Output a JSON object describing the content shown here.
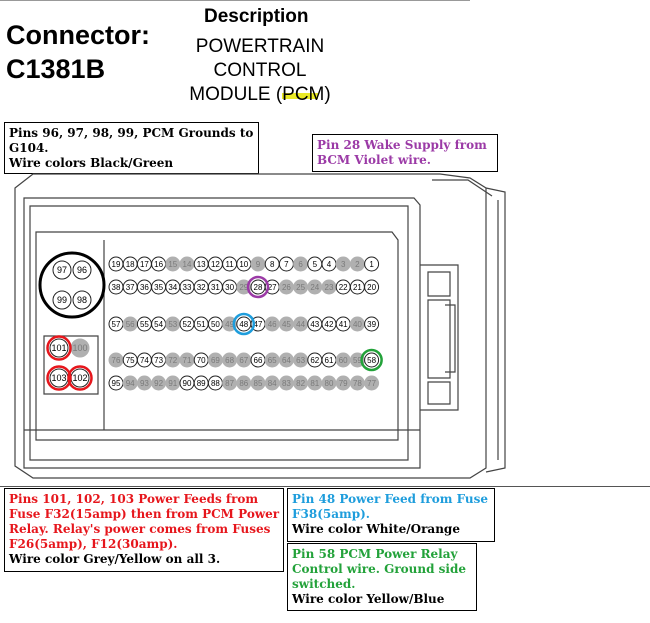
{
  "header": {
    "connector_label": "Connector:",
    "connector_id": "C1381B",
    "description_title": "Description",
    "description_lines": [
      "POWERTRAIN",
      "CONTROL",
      "MODULE (PCM)"
    ]
  },
  "notes": {
    "grounds": {
      "lines": [
        "Pins 96, 97, 98, 99, PCM Grounds to",
        "G104.",
        "Wire colors Black/Green"
      ]
    },
    "wake": {
      "lines": [
        "Pin 28 Wake Supply from",
        "BCM Violet wire."
      ]
    },
    "power_feeds": {
      "lines": [
        "Pins 101, 102, 103 Power Feeds from",
        "Fuse F32(15amp) then from PCM Power",
        "Relay. Relay's power comes from Fuses",
        "F26(5amp), F12(30amp).",
        "Wire color Grey/Yellow on all 3."
      ]
    },
    "pin48": {
      "lines": [
        "Pin 48 Power Feed from Fuse",
        "F38(5amp).",
        "Wire color White/Orange"
      ]
    },
    "pin58": {
      "lines": [
        "Pin 58 PCM Power Relay",
        "Control wire. Ground side",
        "switched.",
        "Wire color Yellow/Blue"
      ]
    }
  },
  "pin_rows": [
    {
      "pins": [
        "19",
        "18",
        "17",
        "16",
        "15",
        "14",
        "13",
        "12",
        "11",
        "10",
        "9",
        "8",
        "7",
        "6",
        "5",
        "4",
        "3",
        "2",
        "1"
      ],
      "filled": [
        "15",
        "14",
        "9",
        "6",
        "3",
        "2"
      ]
    },
    {
      "pins": [
        "38",
        "37",
        "36",
        "35",
        "34",
        "33",
        "32",
        "31",
        "30",
        "29",
        "28",
        "27",
        "26",
        "25",
        "24",
        "23",
        "22",
        "21",
        "20"
      ],
      "filled": [
        "29",
        "26",
        "25",
        "24",
        "23"
      ]
    },
    {
      "pins": [
        "57",
        "56",
        "55",
        "54",
        "53",
        "52",
        "51",
        "50",
        "49",
        "48",
        "47",
        "46",
        "45",
        "44",
        "43",
        "42",
        "41",
        "40",
        "39"
      ],
      "filled": [
        "56",
        "53",
        "49",
        "46",
        "45",
        "44",
        "40"
      ]
    },
    {
      "pins": [
        "76",
        "75",
        "74",
        "73",
        "72",
        "71",
        "70",
        "69",
        "68",
        "67",
        "66",
        "65",
        "64",
        "63",
        "62",
        "61",
        "60",
        "59",
        "58"
      ],
      "filled": [
        "76",
        "72",
        "71",
        "69",
        "68",
        "67",
        "65",
        "64",
        "63",
        "60",
        "59"
      ]
    },
    {
      "pins": [
        "95",
        "94",
        "93",
        "92",
        "91",
        "90",
        "89",
        "88",
        "87",
        "86",
        "85",
        "84",
        "83",
        "82",
        "81",
        "80",
        "79",
        "78",
        "77"
      ],
      "filled": [
        "94",
        "93",
        "92",
        "91",
        "87",
        "86",
        "85",
        "84",
        "83",
        "82",
        "81",
        "80",
        "79",
        "78",
        "77"
      ]
    }
  ],
  "ground_pins": [
    "97",
    "96",
    "99",
    "98"
  ],
  "power_pins": [
    {
      "id": "101",
      "filled": false
    },
    {
      "id": "100",
      "filled": true
    },
    {
      "id": "103",
      "filled": false
    },
    {
      "id": "102",
      "filled": false
    }
  ],
  "colors": {
    "ground_ring": "#000000",
    "wake_ring": "#9b3aa6",
    "power_ring": "#e6161c",
    "pin48_ring": "#1e9ddc",
    "pin58_ring": "#23a23a",
    "highlight": "#e6e600",
    "pin_filled": "#b0b0b0"
  }
}
